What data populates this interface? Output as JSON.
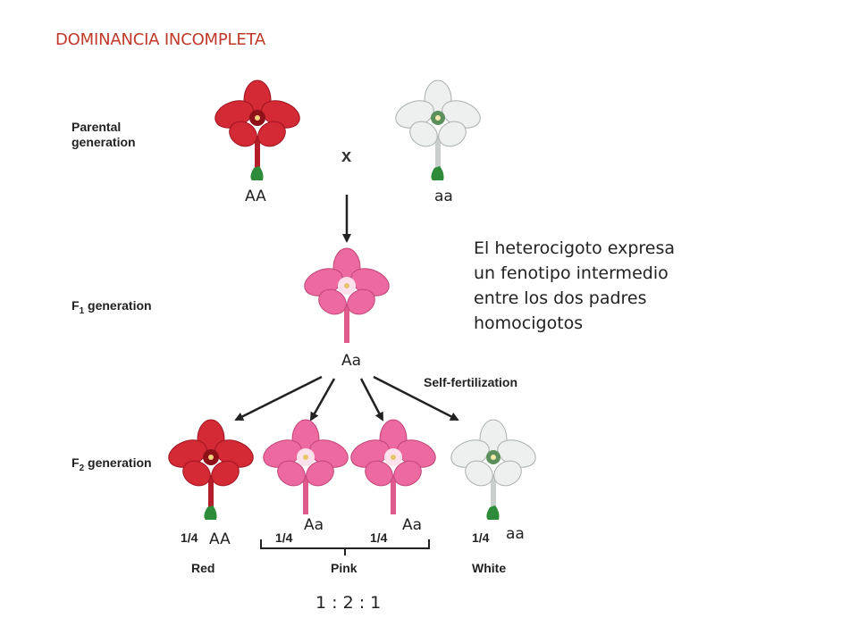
{
  "title": "DOMINANCIA INCOMPLETA",
  "rows": {
    "parental_l1": "Parental",
    "parental_l2": "generation",
    "f1_pre": "F",
    "f1_sub": "1",
    "f1_post": " generation",
    "f2_pre": "F",
    "f2_sub": "2",
    "f2_post": " generation"
  },
  "cross_symbol": "x",
  "self_fertilization": "Self-fertilization",
  "genotypes": {
    "parent_red": "AA",
    "parent_white": "aa",
    "f1": "Aa",
    "f2_red": "AA",
    "f2_pink1": "Aa",
    "f2_pink2": "Aa",
    "f2_white": "aa"
  },
  "fractions": {
    "red": "1/4",
    "pink1": "1/4",
    "pink2": "1/4",
    "white": "1/4"
  },
  "phenotypes": {
    "red": "Red",
    "pink": "Pink",
    "white": "White"
  },
  "note": "El heterocigoto expresa un fenotipo intermedio entre los dos padres homocigotos",
  "ratio": "1 : 2 : 1",
  "colors": {
    "title": "#c0392b",
    "red_flower": "#d42a35",
    "pink_flower": "#ec6aa0",
    "white_flower": "#eef0ef",
    "stem": "#2e8b3a"
  }
}
